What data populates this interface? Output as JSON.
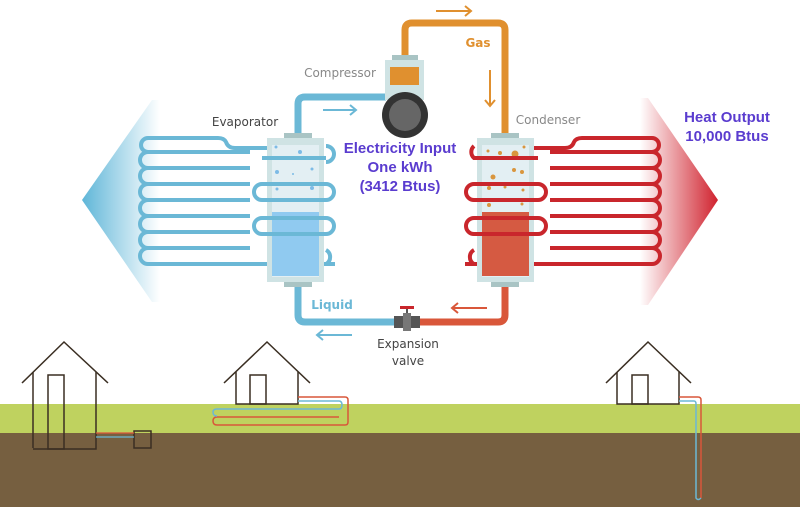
{
  "labels": {
    "compressor": "Compressor",
    "gas": "Gas",
    "evaporator": "Evaporator",
    "condenser": "Condenser",
    "liquid": "Liquid",
    "expansion_valve_line1": "Expansion",
    "expansion_valve_line2": "valve"
  },
  "electricity": {
    "line1": "Electricity Input",
    "line2": "One kWh",
    "line3": "(3412 Btus)"
  },
  "heat_output": {
    "line1": "Heat Output",
    "line2": "10,000 Btus"
  },
  "colors": {
    "cold": "#6bb8d6",
    "hot": "#c9262c",
    "gas": "#e0902f",
    "text_accent": "#5a3ccf",
    "grass": "#bfd25f",
    "soil": "#765f40"
  }
}
